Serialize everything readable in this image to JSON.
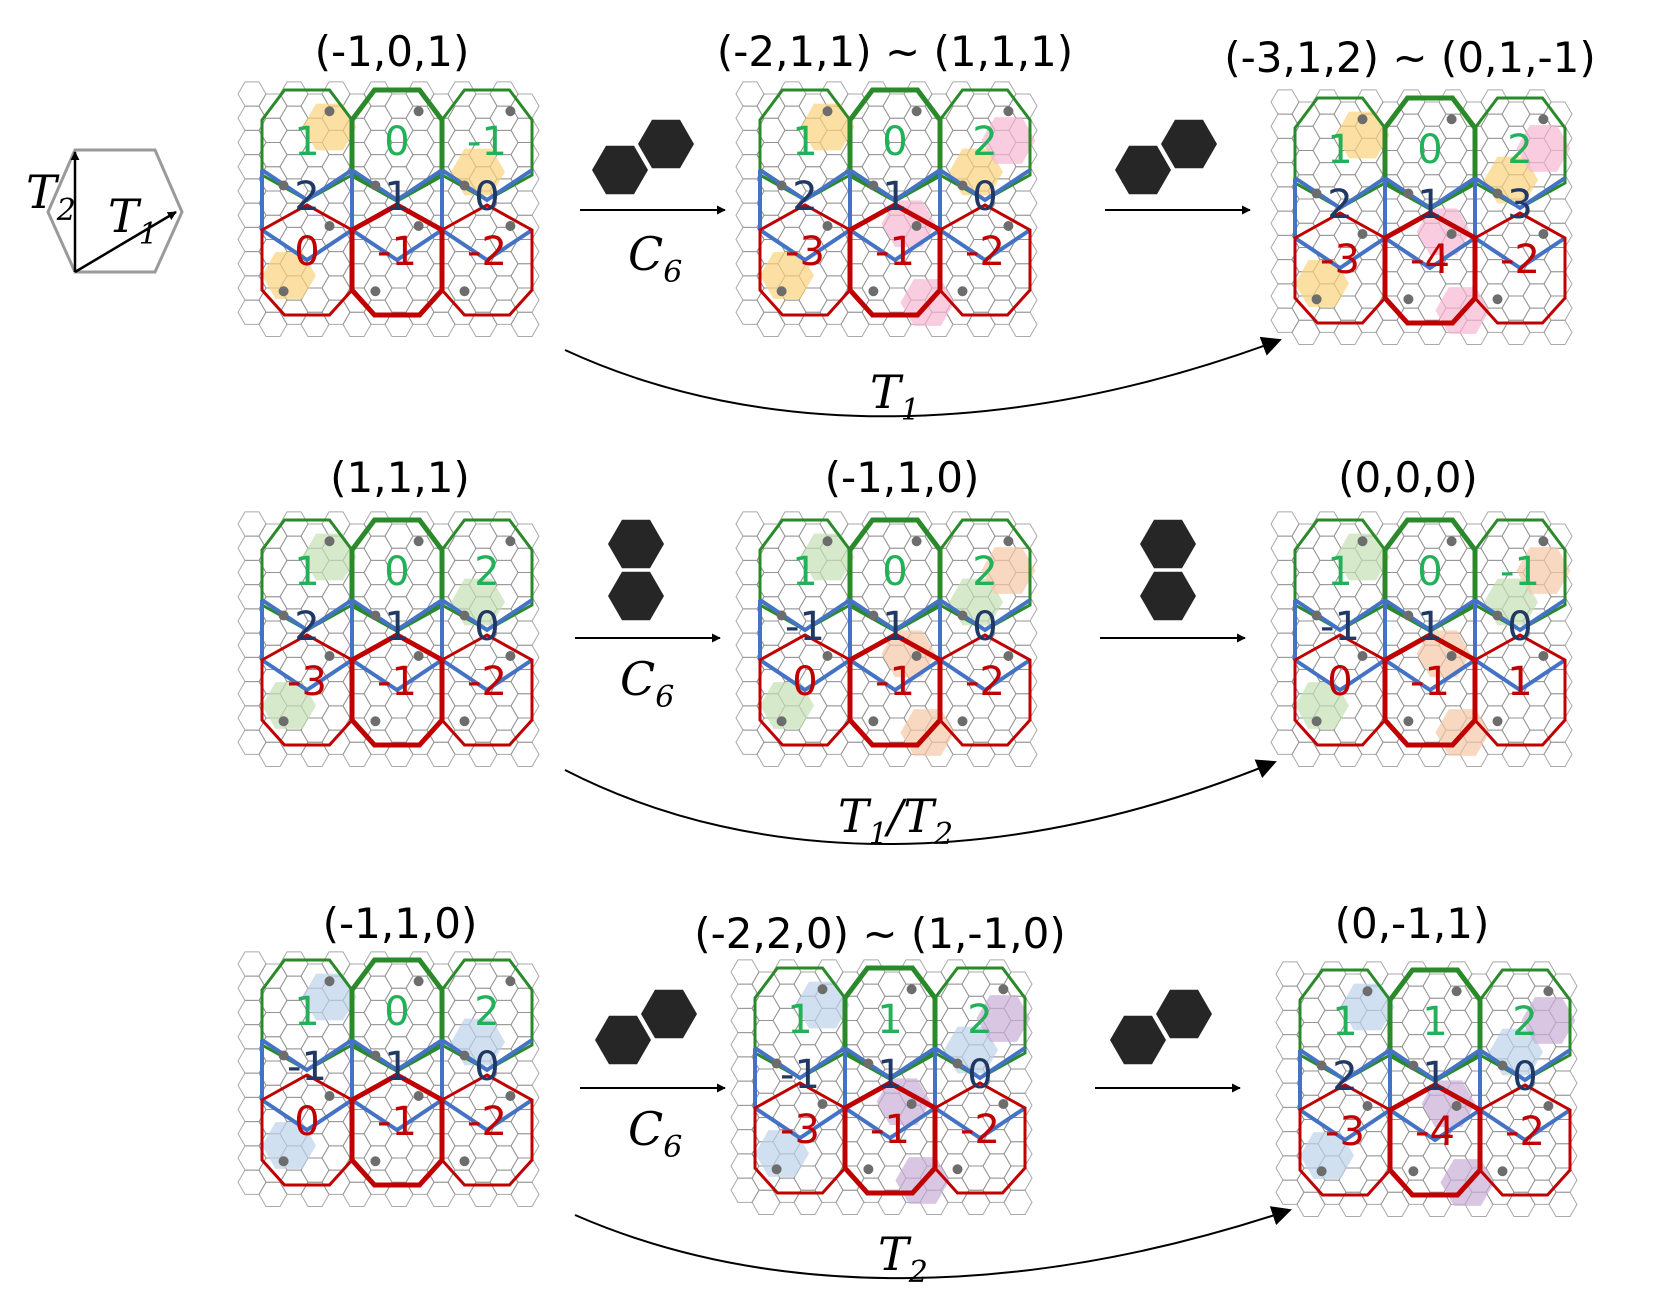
{
  "colors": {
    "green": "#2a8a2a",
    "blue": "#4472c4",
    "red": "#c00000",
    "grid": "#8c8c8c",
    "atom": "#6d6d6d",
    "label_top": "#22b058",
    "label_mid": "#1f3864",
    "label_bot": "#c00000",
    "orange_shade": "#fbd17c",
    "pink_shade": "#f7b6d2",
    "green_shade": "#c5dfb4",
    "peach_shade": "#f6c8a8",
    "blue_shade": "#bcd3e9",
    "purple_shade": "#c9aed6"
  },
  "basis": {
    "t2": {
      "main": "T",
      "sub": "2"
    },
    "t1": {
      "main": "T",
      "sub": "1"
    }
  },
  "rows": [
    {
      "panels": [
        {
          "title": "(-1,0,1)",
          "labels": [
            [
              "1",
              "0",
              "-1"
            ],
            [
              "2",
              "1",
              "0"
            ],
            [
              "0",
              "-1",
              "-2"
            ]
          ]
        },
        {
          "title": "(-2,1,1)  ~  (1,1,1)",
          "labels": [
            [
              "1",
              "0",
              "2"
            ],
            [
              "2",
              "1",
              "0"
            ],
            [
              "-3",
              "-1",
              "-2"
            ]
          ]
        },
        {
          "title": "(-3,1,2)  ~  (0,1,-1)",
          "labels": [
            [
              "1",
              "0",
              "2"
            ],
            [
              "2",
              "1",
              "3"
            ],
            [
              "-3",
              "-4",
              "-2"
            ]
          ]
        }
      ],
      "op1": {
        "main": "C",
        "sub": "6"
      },
      "op_curve": {
        "main": "T",
        "sub": "1"
      },
      "shade_a": "orange_shade",
      "shade_b": "pink_shade"
    },
    {
      "panels": [
        {
          "title": "(1,1,1)",
          "labels": [
            [
              "1",
              "0",
              "2"
            ],
            [
              "2",
              "1",
              "0"
            ],
            [
              "-3",
              "-1",
              "-2"
            ]
          ]
        },
        {
          "title": "(-1,1,0)",
          "labels": [
            [
              "1",
              "0",
              "2"
            ],
            [
              "-1",
              "1",
              "0"
            ],
            [
              "0",
              "-1",
              "-2"
            ]
          ]
        },
        {
          "title": "(0,0,0)",
          "labels": [
            [
              "1",
              "0",
              "-1"
            ],
            [
              "-1",
              "1",
              "0"
            ],
            [
              "0",
              "-1",
              "1"
            ]
          ]
        }
      ],
      "op1": {
        "main": "C",
        "sub": "6"
      },
      "op_curve": {
        "main": "T",
        "sub": "1",
        "sep": "/",
        "main2": "T",
        "sub2": "2"
      },
      "shade_a": "green_shade",
      "shade_b": "peach_shade"
    },
    {
      "panels": [
        {
          "title": "(-1,1,0)",
          "labels": [
            [
              "1",
              "0",
              "2"
            ],
            [
              "-1",
              "1",
              "0"
            ],
            [
              "0",
              "-1",
              "-2"
            ]
          ]
        },
        {
          "title": "(-2,2,0) ~ (1,-1,0)",
          "labels": [
            [
              "1",
              "1",
              "2"
            ],
            [
              "-1",
              "1",
              "0"
            ],
            [
              "-3",
              "-1",
              "-2"
            ]
          ]
        },
        {
          "title": "(0,-1,1)",
          "labels": [
            [
              "1",
              "1",
              "2"
            ],
            [
              "2",
              "1",
              "0"
            ],
            [
              "-3",
              "-4",
              "-2"
            ]
          ]
        }
      ],
      "op1": {
        "main": "C",
        "sub": "6"
      },
      "op_curve": {
        "main": "T",
        "sub": "2"
      },
      "shade_a": "blue_shade",
      "shade_b": "purple_shade"
    }
  ]
}
